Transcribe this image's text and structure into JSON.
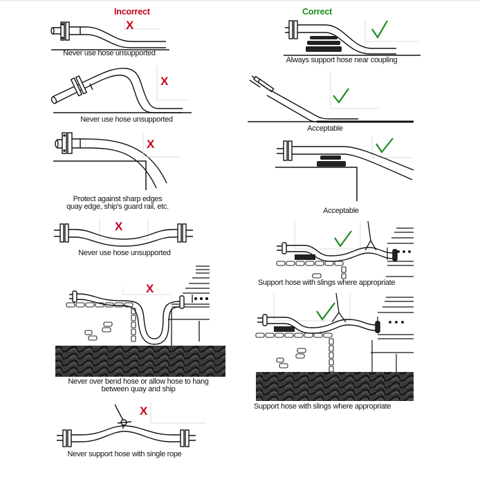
{
  "headers": {
    "incorrect": "Incorrect",
    "correct": "Correct"
  },
  "colors": {
    "incorrect": "#c0001a",
    "correct": "#1e8a1e",
    "line": "#111111"
  },
  "marks": {
    "incorrect_icon": "x-mark",
    "correct_icon": "check-mark",
    "incorrect_glyph": "X"
  },
  "incorrect_panels": [
    {
      "caption": "Never use hose unsupported"
    },
    {
      "caption": "Never use hose unsupported"
    },
    {
      "caption_line1": "Protect against sharp edges",
      "caption_line2": "quay edge, ship's guard rail, etc."
    },
    {
      "caption": "Never use hose unsupported"
    },
    {
      "caption_line1": "Never over bend hose or allow hose to hang",
      "caption_line2": "between quay and ship"
    },
    {
      "caption": "Never support hose with single rope"
    }
  ],
  "correct_panels": [
    {
      "caption": "Always support hose near coupling"
    },
    {
      "caption": "Acceptable"
    },
    {
      "caption": "Acceptable"
    },
    {
      "caption": "Support hose with slings where appropriate"
    },
    {
      "caption": "Support hose with slings where appropriate"
    }
  ]
}
